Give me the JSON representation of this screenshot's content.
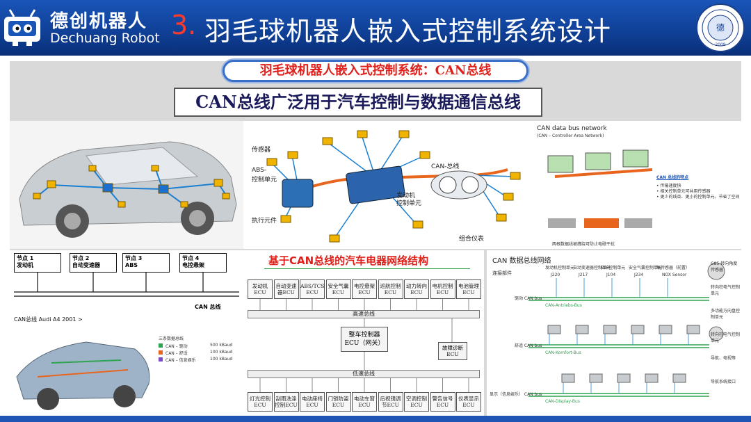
{
  "header": {
    "logo_cn": "德创机器人",
    "logo_en": "Dechuang Robot",
    "title_num": "3.",
    "title_text": "羽毛球机器人嵌入式控制系统设计",
    "seal_year": "2009"
  },
  "pill_title": "羽毛球机器人嵌入式控制系统：CAN总线",
  "subtitle": "CAN总线广泛用于汽车控制与数据通信总线",
  "diagram_center": {
    "sensor": "传感器",
    "abs": "ABS-",
    "abs2": "控制单元",
    "actuator": "执行元件",
    "can_bus": "CAN-总线",
    "engine": "发动机",
    "engine2": "控制单元",
    "cluster": "组合仪表"
  },
  "diagram_right": {
    "title": "CAN data bus network",
    "subtitle": "(CAN – Controller Area Network)",
    "features_title": "CAN 总线的特点",
    "feature1": "• 传输速度快",
    "feature2": "• 相关控制单元可共用传感器",
    "feature3": "• 更少的线束、更小的控制单元，节省了空间",
    "caption": "两根数据线被缠绕可防止电磁干扰"
  },
  "nodes": {
    "n1": "节点 1",
    "n1b": "发动机",
    "n2": "节点 2",
    "n2b": "自动变速器",
    "n3": "节点 3",
    "n3b": "ABS",
    "n4": "节点 4",
    "n4b": "电控悬架",
    "bus_label": "CAN 总线"
  },
  "audi": {
    "title": "CAN总线    Audi A4 2001 >",
    "legend_title": "三条数据总线",
    "l1": "CAN – 驱动",
    "l1v": "500 kBaud",
    "l2": "CAN – 舒适",
    "l2v": "100 kBaud",
    "l3": "CAN – 信息娱乐",
    "l3v": "100 kBaud"
  },
  "network": {
    "title": "基于CAN总线的汽车电器网络结构",
    "top_ecus": [
      "发动机ECU",
      "自动变速器ECU",
      "ABS/TCS ECU",
      "安全气囊ECU",
      "电控悬架ECU",
      "巡航控制ECU",
      "动力转向ECU",
      "电机控制ECU",
      "电池管理ECU"
    ],
    "high_bus": "高速总线",
    "gateway": "整车控制器",
    "gateway2": "ECU（网关）",
    "diag": "故障诊断",
    "diag2": "ECU",
    "low_bus": "低速总线",
    "bottom_ecus": [
      "灯光控制ECU",
      "刮雨洗涤控制ECU",
      "电动座椅ECU",
      "门锁防盗ECU",
      "电动车窗ECU",
      "后视镜调节ECU",
      "空调控制ECU",
      "警告信号ECU",
      "仪表显示ECU"
    ]
  },
  "can_cn": {
    "title": "CAN 数据总线网络",
    "sub": "连接部件",
    "drive_bus": "驱动 CAN bus",
    "comfort_bus": "舒适 CAN bus",
    "display_bus": "显示（信息娱乐） CAN bus",
    "antrieb": "CAN-Antriebs-Bus",
    "komfort": "CAN-Komfort-Bus",
    "display": "CAN-Display-Bus",
    "top_units": [
      "发动机控制单元",
      "自动变速器控制单元",
      "ESP控制单元",
      "安全气囊控制单元",
      "氧传感器（前置）"
    ],
    "codes_top": [
      "J220",
      "J217",
      "J104",
      "J234",
      "NOX Sensor"
    ],
    "right_units": [
      "G85 转向角度传感器",
      "转向柱电气控制单元",
      "多功能方向盘控制单元",
      "转向柱电气控制单元",
      "导航、电视等",
      "导航系统接口"
    ]
  },
  "colors": {
    "header_blue": "#1a55b8",
    "title_red": "#ff3a2a",
    "pill_red": "#e0201a",
    "bus_orange": "#e8651e",
    "ecu_yellow": "#f0b400"
  }
}
